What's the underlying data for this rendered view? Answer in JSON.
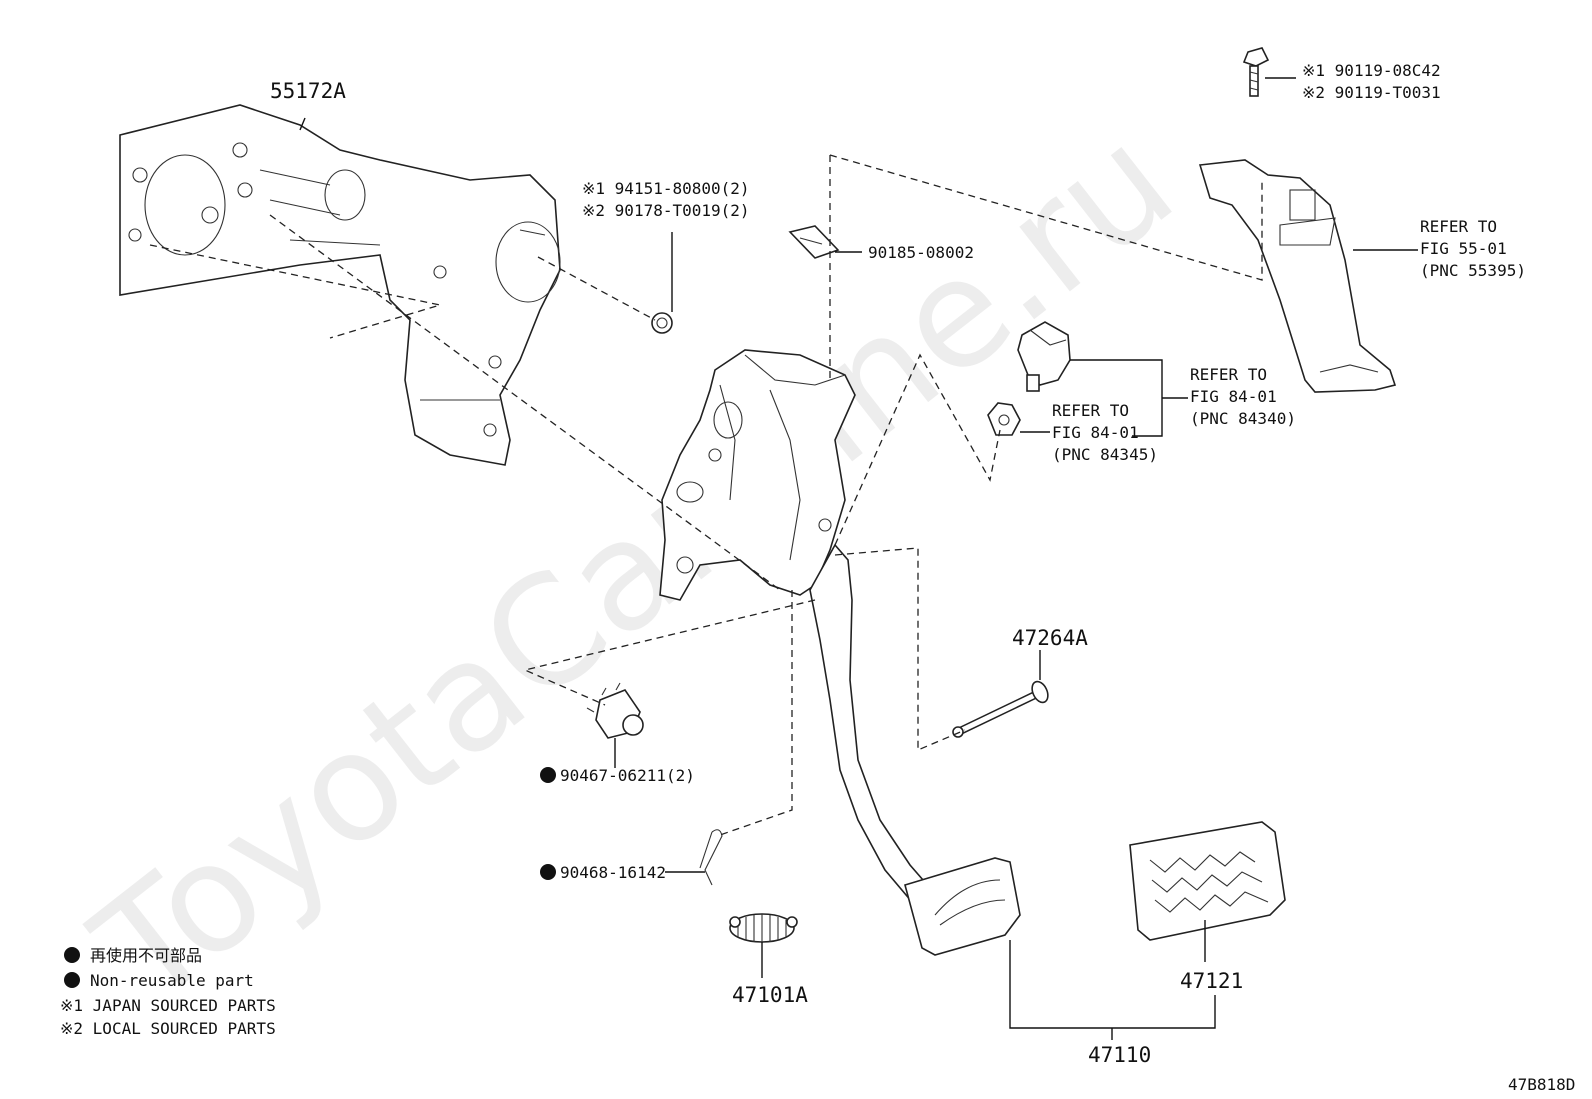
{
  "diagram": {
    "code": "47B818D",
    "watermark": "ToyotaCarMine.ru",
    "colors": {
      "line": "#111111",
      "background": "#ffffff",
      "watermark": "#e6e6e6"
    },
    "parts": {
      "bracket": "55172A",
      "nut_j": "※1 94151-80800(2)",
      "nut_l": "※2 90178-T0019(2)",
      "clip": "90185-08002",
      "bolt_j": "※1 90119-08C42",
      "bolt_l": "※2 90119-T0031",
      "refer_55_1": "REFER TO",
      "refer_55_2": "FIG 55-01",
      "refer_55_3": "(PNC 55395)",
      "refer_84a_1": "REFER TO",
      "refer_84a_2": "FIG 84-01",
      "refer_84a_3": "(PNC 84340)",
      "refer_84b_1": "REFER TO",
      "refer_84b_2": "FIG 84-01",
      "refer_84b_3": "(PNC 84345)",
      "pin": "47264A",
      "bushing": "90467-06211(2)",
      "clip2": "90468-16142",
      "spring": "47101A",
      "pedal": "47110",
      "pad": "47121"
    },
    "legend": {
      "jp": "再使用不可部品",
      "en": "Non-reusable part",
      "note1": "※1 JAPAN SOURCED PARTS",
      "note2": "※2 LOCAL SOURCED PARTS"
    }
  }
}
